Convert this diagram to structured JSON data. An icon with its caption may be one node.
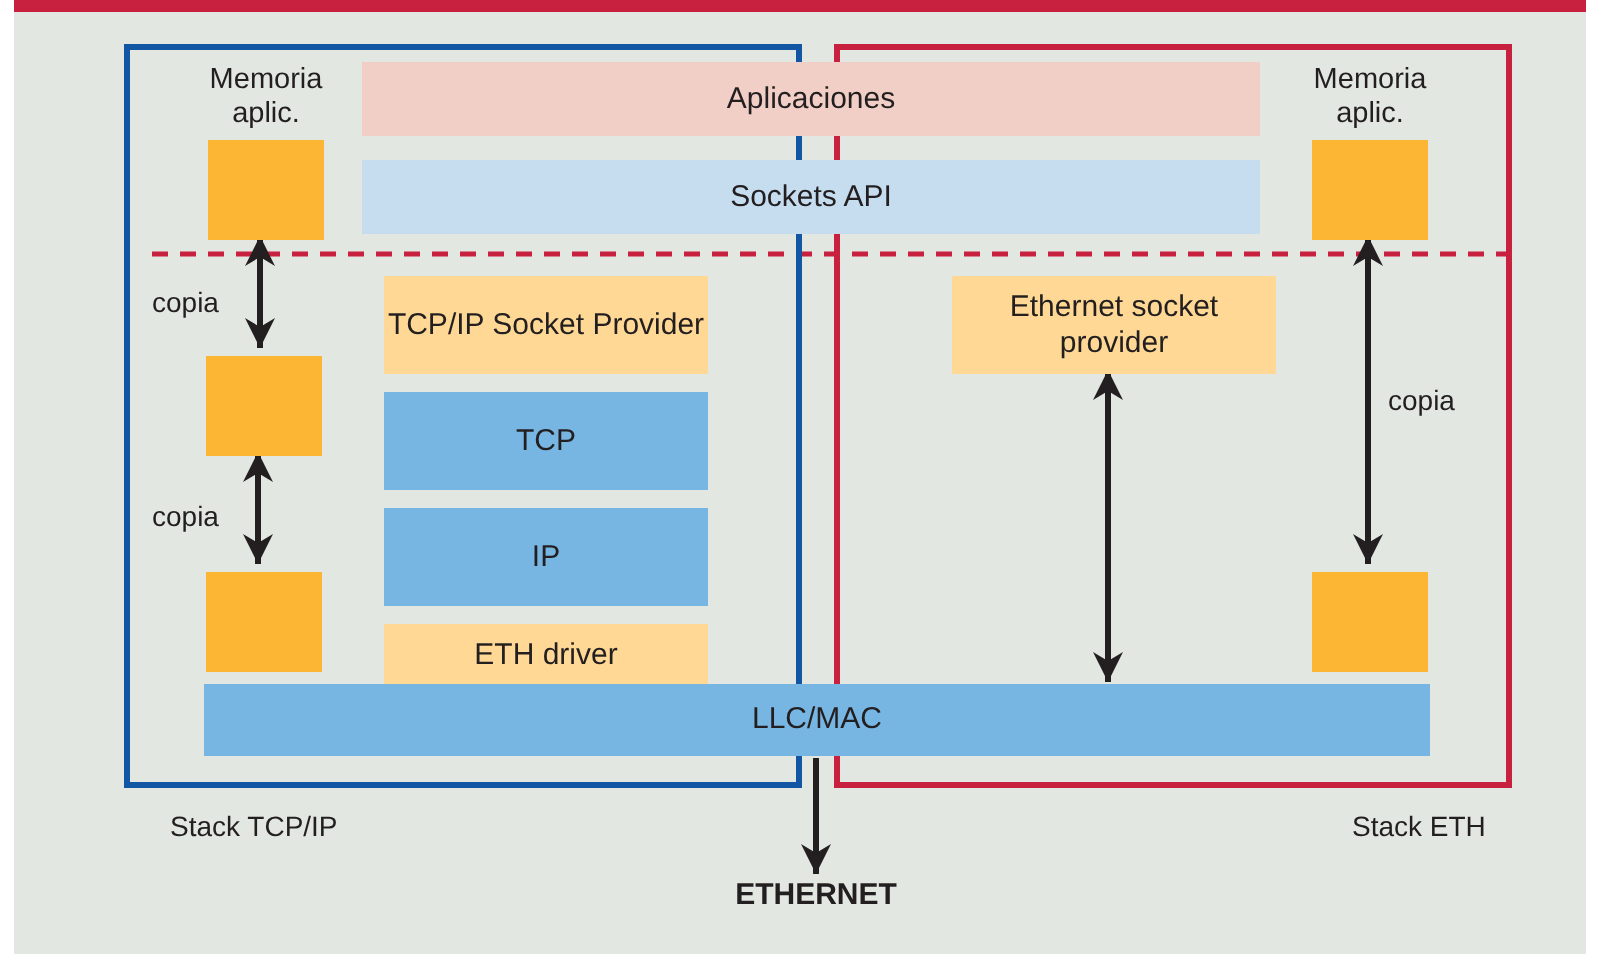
{
  "diagram": {
    "nodes": [
      {
        "text": [
          "Stack TCP/IP"
        ]
      },
      {
        "text": [
          "Stack ETH"
        ]
      },
      {
        "text": [
          "Aplicaciones"
        ]
      },
      {
        "text": [
          "Sockets API"
        ]
      },
      {
        "text": [
          "Memoria aplic."
        ],
        "in": 0
      },
      {
        "text": [
          "Memoria aplic."
        ],
        "in": 1
      },
      {
        "text": [
          "TCP/IP Socket Provider"
        ],
        "in": 0
      },
      {
        "text": [
          "Ethernet socket provider"
        ],
        "in": 1
      },
      {
        "text": [],
        "shape": "box",
        "in": 0
      },
      {
        "text": [
          "TCP"
        ],
        "in": 0
      },
      {
        "text": [
          "IP"
        ],
        "in": 0
      },
      {
        "text": [],
        "shape": "box",
        "in": 0
      },
      {
        "text": [],
        "shape": "box",
        "in": 1
      },
      {
        "text": [
          "ETH driver"
        ],
        "in": 0
      },
      {
        "text": [
          "LLC/MAC"
        ]
      },
      {
        "text": [
          "ETHERNET"
        ]
      }
    ],
    "edges": [
      {
        "from": 4,
        "to": 8,
        "arrow": "both",
        "label": "copia"
      },
      {
        "from": 8,
        "to": 11,
        "arrow": "both",
        "label": "copia"
      },
      {
        "from": 5,
        "to": 12,
        "arrow": "both",
        "label": "copia"
      },
      {
        "from": 7,
        "to": 14,
        "arrow": "both"
      },
      {
        "from": 14,
        "to": 15,
        "arrow": "to"
      }
    ]
  }
}
